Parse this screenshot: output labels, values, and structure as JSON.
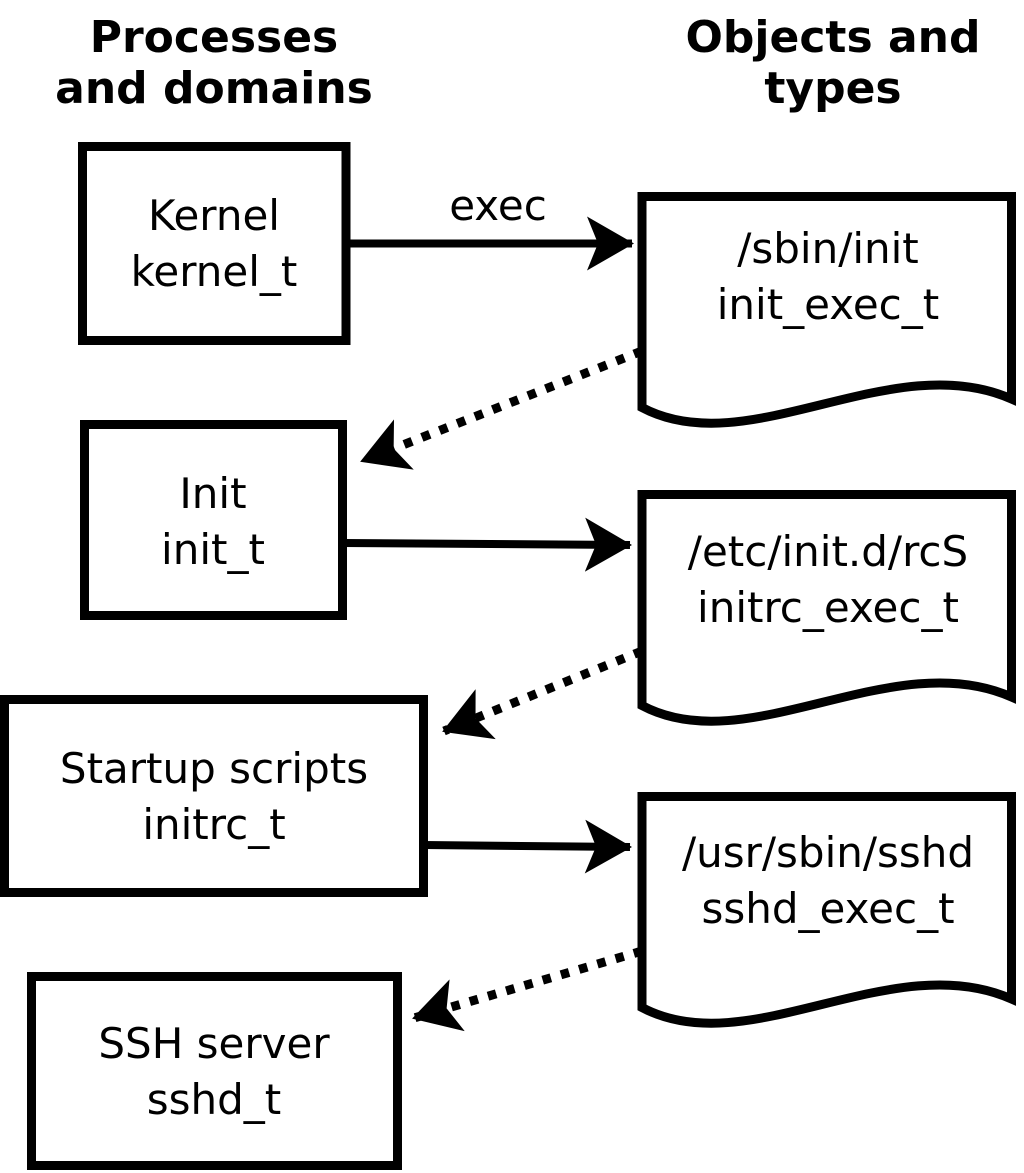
{
  "page": {
    "background_color": "#ffffff",
    "ink_color": "#000000"
  },
  "headers": {
    "processes": {
      "line1": "Processes",
      "line2": "and domains"
    },
    "objects": {
      "line1": "Objects and",
      "line2": "types"
    }
  },
  "process_boxes": [
    {
      "label": "Kernel",
      "domain": "kernel_t"
    },
    {
      "label": "Init",
      "domain": "init_t"
    },
    {
      "label": "Startup scripts",
      "domain": "initrc_t"
    },
    {
      "label": "SSH server",
      "domain": "sshd_t"
    }
  ],
  "object_docs": [
    {
      "label": "/sbin/init",
      "type": "init_exec_t"
    },
    {
      "label": "/etc/init.d/rcS",
      "type": "initrc_exec_t"
    },
    {
      "label": "/usr/sbin/sshd",
      "type": "sshd_exec_t"
    }
  ],
  "arrows": {
    "exec_label": "exec"
  }
}
